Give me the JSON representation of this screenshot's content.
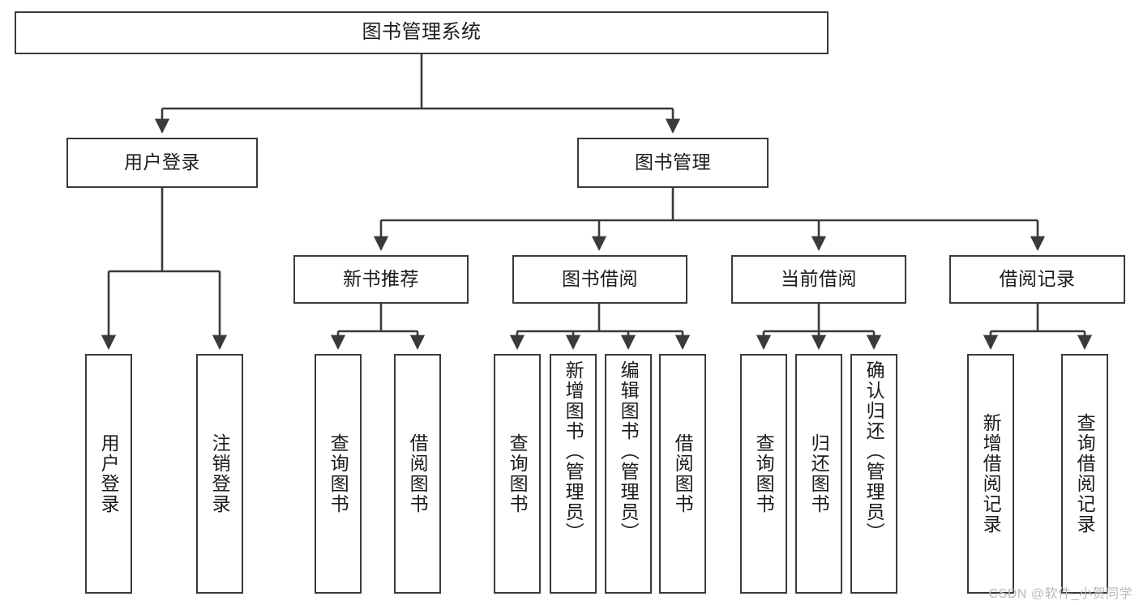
{
  "diagram": {
    "title": "图书管理系统",
    "type": "functional-structure-tree",
    "colors": {
      "box_border": "#3a3a3a",
      "box_fill": "#ffffff",
      "edge": "#3a3a3a",
      "text": "#1b1b1b",
      "watermark": "#b9b9b9",
      "background": "#ffffff"
    },
    "watermark": "CSDN @软件_小贺同学",
    "nodes": {
      "root": {
        "label": "图书管理系统"
      },
      "level2": [
        {
          "id": "user-login",
          "label": "用户登录"
        },
        {
          "id": "book-manage",
          "label": "图书管理"
        }
      ],
      "level3": [
        {
          "id": "new-book-recommend",
          "label": "新书推荐"
        },
        {
          "id": "book-borrow",
          "label": "图书借阅"
        },
        {
          "id": "current-borrow",
          "label": "当前借阅"
        },
        {
          "id": "borrow-record",
          "label": "借阅记录"
        }
      ],
      "leaves": {
        "user-login": [
          {
            "id": "user-login-leaf",
            "label": "用户登录"
          },
          {
            "id": "user-logout-leaf",
            "label": "注销登录"
          }
        ],
        "new-book-recommend": [
          {
            "id": "query-book-1",
            "label": "查询图书"
          },
          {
            "id": "borrow-book-1",
            "label": "借阅图书"
          }
        ],
        "book-borrow": [
          {
            "id": "query-book-2",
            "label": "查询图书"
          },
          {
            "id": "add-book",
            "label": "新增图书（管理员）"
          },
          {
            "id": "edit-book",
            "label": "编辑图书（管理员）"
          },
          {
            "id": "borrow-book-2",
            "label": "借阅图书"
          }
        ],
        "current-borrow": [
          {
            "id": "query-book-3",
            "label": "查询图书"
          },
          {
            "id": "return-book",
            "label": "归还图书"
          },
          {
            "id": "confirm-return",
            "label": "确认归还（管理员）"
          }
        ],
        "borrow-record": [
          {
            "id": "add-borrow-record",
            "label": "新增借阅记录"
          },
          {
            "id": "query-borrow-record",
            "label": "查询借阅记录"
          }
        ]
      }
    }
  }
}
